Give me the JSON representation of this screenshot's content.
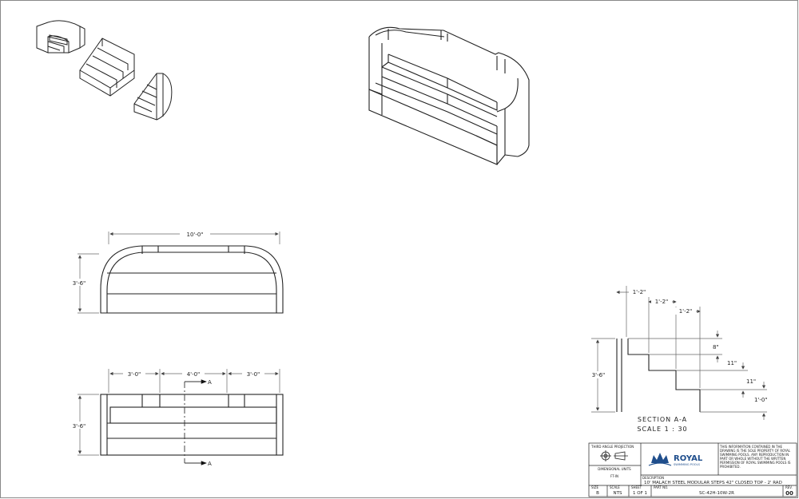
{
  "dimensions": {
    "front_width": "10'-0\"",
    "front_height": "3'-6\"",
    "top_left": "3'-0\"",
    "top_mid": "4'-0\"",
    "top_right": "3'-0\"",
    "top_height": "3'-6\"",
    "section_marker": "A",
    "section_h1": "1'-2\"",
    "section_h2": "1'-2\"",
    "section_h3": "1'-2\"",
    "section_v1": "8\"",
    "section_v2": "11\"",
    "section_v3": "11\"",
    "section_v4": "1'-0\"",
    "section_total": "3'-6\""
  },
  "section": {
    "title": "SECTION A-A",
    "scale": "SCALE 1 : 30"
  },
  "title_block": {
    "projection_label": "THIRD ANGLE PROJECTION",
    "units_label": "DIMENSIONAL UNITS",
    "units_value": "FT-IN",
    "logo_name": "ROYAL",
    "logo_sub": "SWIMMING POOLS",
    "notice": [
      "THIS INFORMATION CONTAINED IN THE",
      "DRAWING IS THE SOLE PROPERTY OF ROYAL",
      "SWIMMING POOLS. ANY REPRODUCTION IN",
      "PART OR WHOLE WITHOUT THE WRITTEN",
      "PERMISSION OF ROYAL SWIMMING POOLS IS",
      "PROHIBITED."
    ],
    "description_label": "DESCRIPTION",
    "description": "10' MALACH STEEL MODULAR STEPS 42\" CLOSED TOP - 2' RAD",
    "size_label": "SIZE",
    "size_value": "B",
    "scale_label": "SCALE",
    "scale_value": "NTS",
    "sheet_label": "SHEET",
    "sheet_value": "1 OF 1",
    "part_label": "PART NO.",
    "part_value": "SC-42H-10W-2R",
    "rev_label": "REV.",
    "rev_value": "00"
  },
  "colors": {
    "line": "#2a2a2a",
    "brand": "#1f4e8c"
  }
}
